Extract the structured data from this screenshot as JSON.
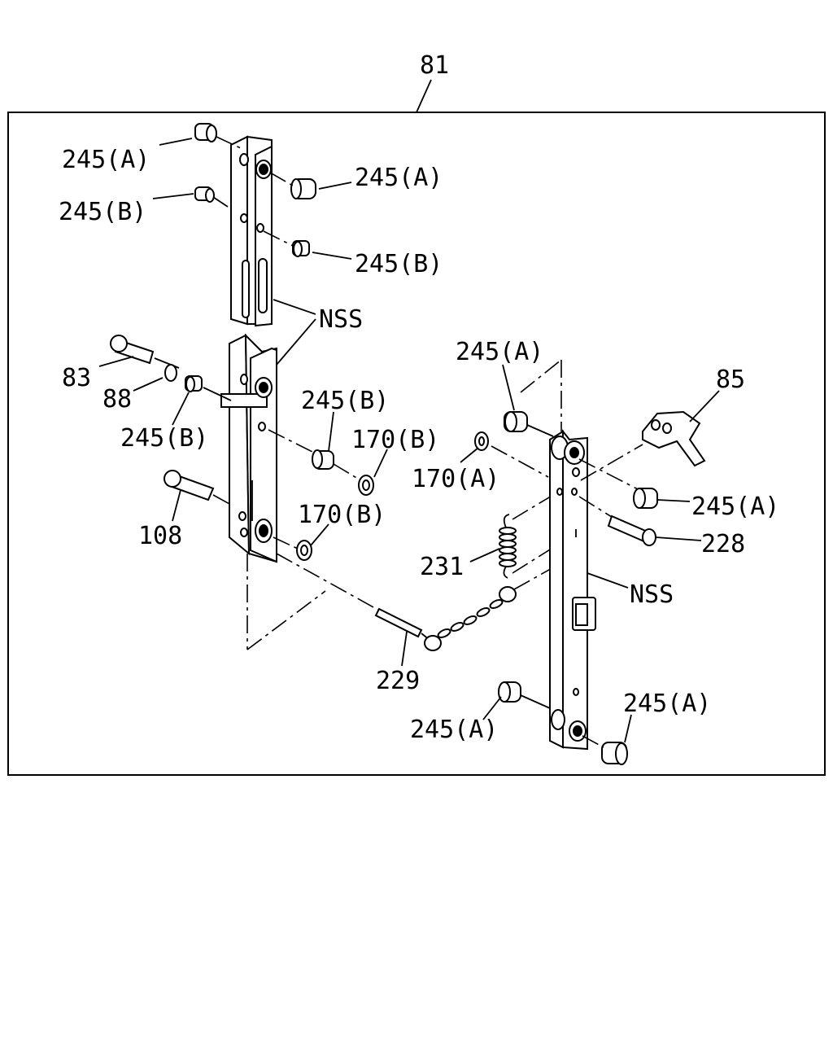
{
  "diagram": {
    "assembly_label": "81",
    "labels": {
      "l245a_1": "245(A)",
      "l245b_1": "245(B)",
      "l245a_2": "245(A)",
      "l245b_2": "245(B)",
      "lnss_1": "NSS",
      "l83": "83",
      "l88": "88",
      "l245b_3": "245(B)",
      "l245b_4": "245(B)",
      "l170b_1": "170(B)",
      "l108": "108",
      "l170b_2": "170(B)",
      "l245a_3": "245(A)",
      "l85": "85",
      "l170a": "170(A)",
      "l245a_4": "245(A)",
      "l228": "228",
      "l231": "231",
      "lnss_2": "NSS",
      "l229": "229",
      "l245a_5": "245(A)",
      "l245a_6": "245(A)"
    }
  }
}
